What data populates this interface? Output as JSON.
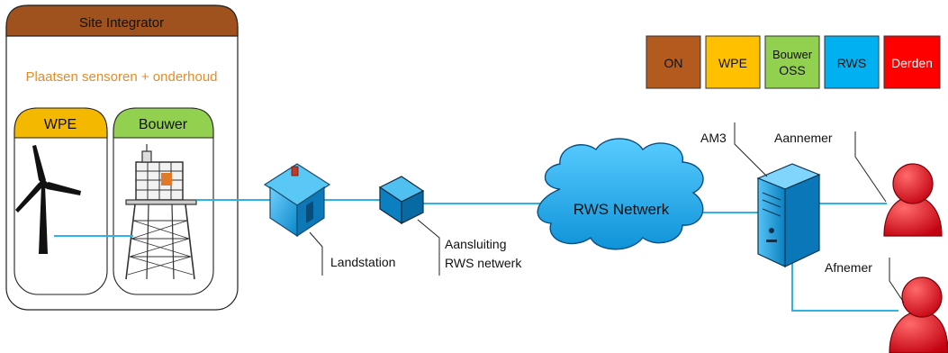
{
  "site_integrator": {
    "title": "Site Integrator",
    "subtitle": "Plaatsen sensoren + onderhoud",
    "wpe_label": "WPE",
    "bouwer_label": "Bouwer"
  },
  "legend": [
    {
      "line1": "ON",
      "line2": "",
      "color": "#b35a1f"
    },
    {
      "line1": "WPE",
      "line2": "",
      "color": "#ffc000"
    },
    {
      "line1": "Bouwer",
      "line2": "OSS",
      "color": "#92d050"
    },
    {
      "line1": "RWS",
      "line2": "",
      "color": "#00b0f0"
    },
    {
      "line1": "Derden",
      "line2": "",
      "color": "#ff0000"
    }
  ],
  "labels": {
    "landstation": "Landstation",
    "aansluiting_1": "Aansluiting",
    "aansluiting_2": "RWS netwerk",
    "cloud": "RWS Netwerk",
    "am3": "AM3",
    "aannemer": "Aannemer",
    "afnemer": "Afnemer"
  },
  "colors": {
    "header_brown": "#a0521e",
    "wpe_yellow": "#f5b800",
    "bouwer_green": "#92d050",
    "subtitle_orange": "#e38c28",
    "link_blue": "#2fb3e6",
    "rws_blue": "#1b9ee0",
    "person_red": "#e3101b"
  }
}
